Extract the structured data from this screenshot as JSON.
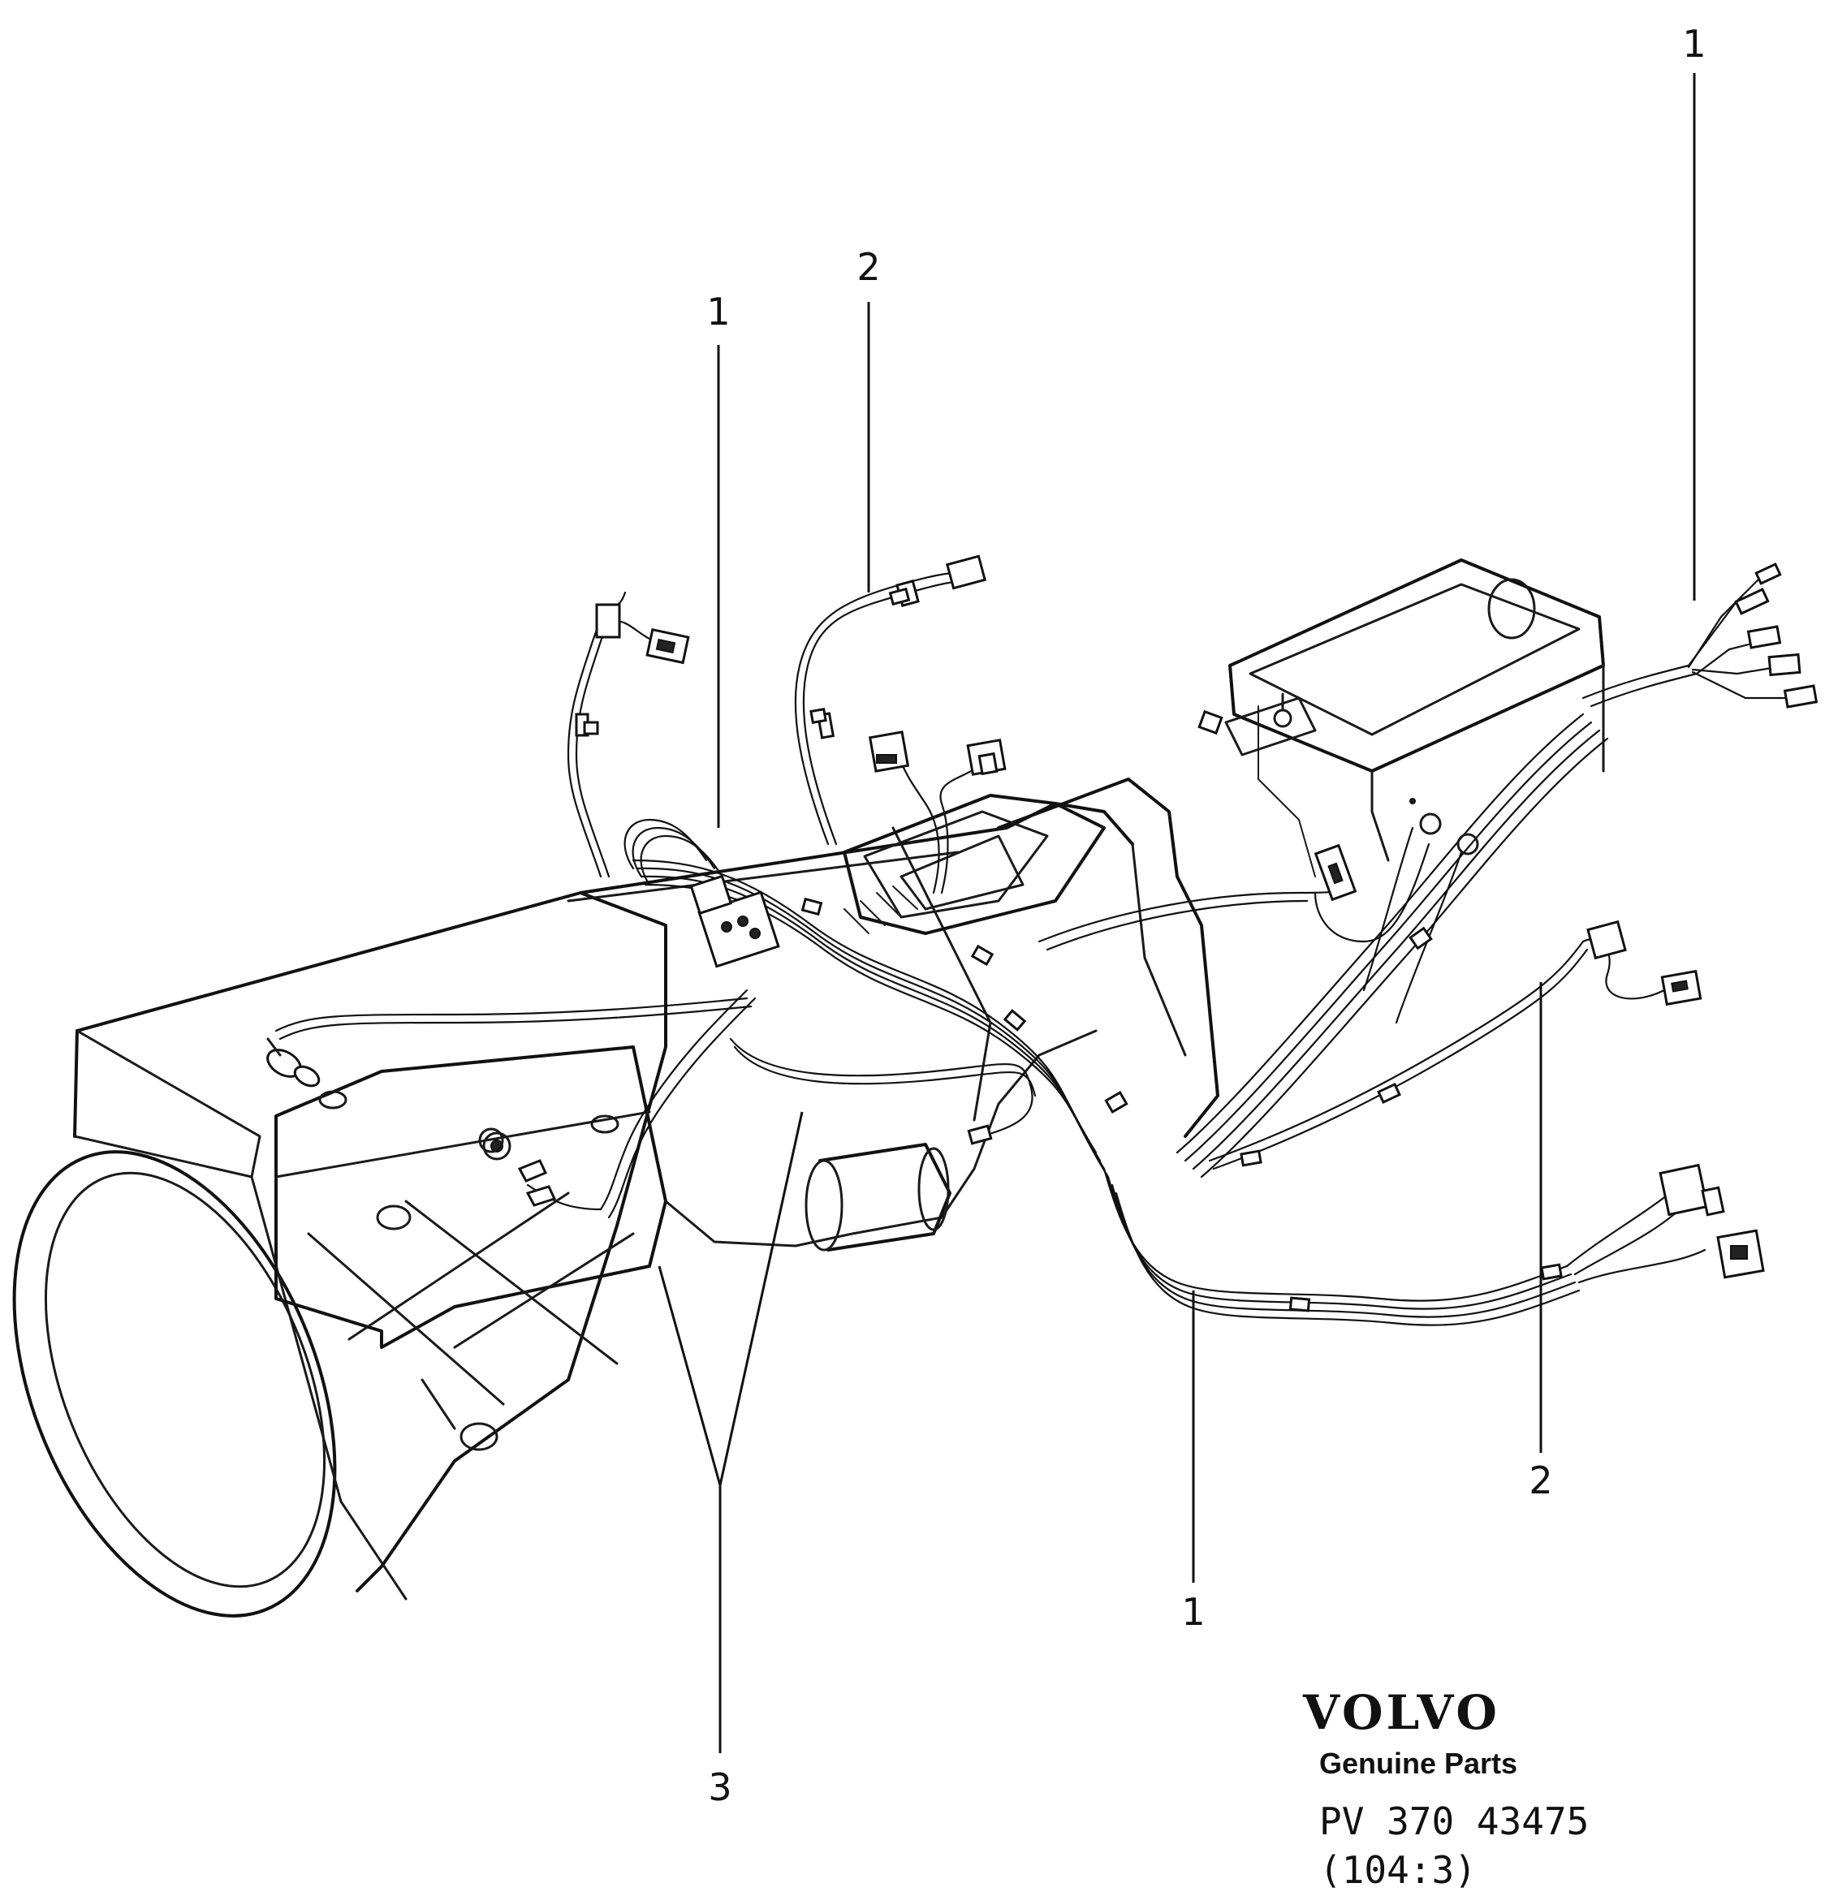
{
  "callouts": [
    {
      "id": "c1_top_right",
      "text": "1"
    },
    {
      "id": "c2_top",
      "text": "2"
    },
    {
      "id": "c1_top_left",
      "text": "1"
    },
    {
      "id": "c2_right",
      "text": "2"
    },
    {
      "id": "c1_bottom",
      "text": "1"
    },
    {
      "id": "c3_bottom",
      "text": "3"
    }
  ],
  "branding": {
    "logo": "VOLVO",
    "tagline": "Genuine Parts",
    "part_ref": "PV 370 43475",
    "sub_ref": "(104:3)"
  }
}
